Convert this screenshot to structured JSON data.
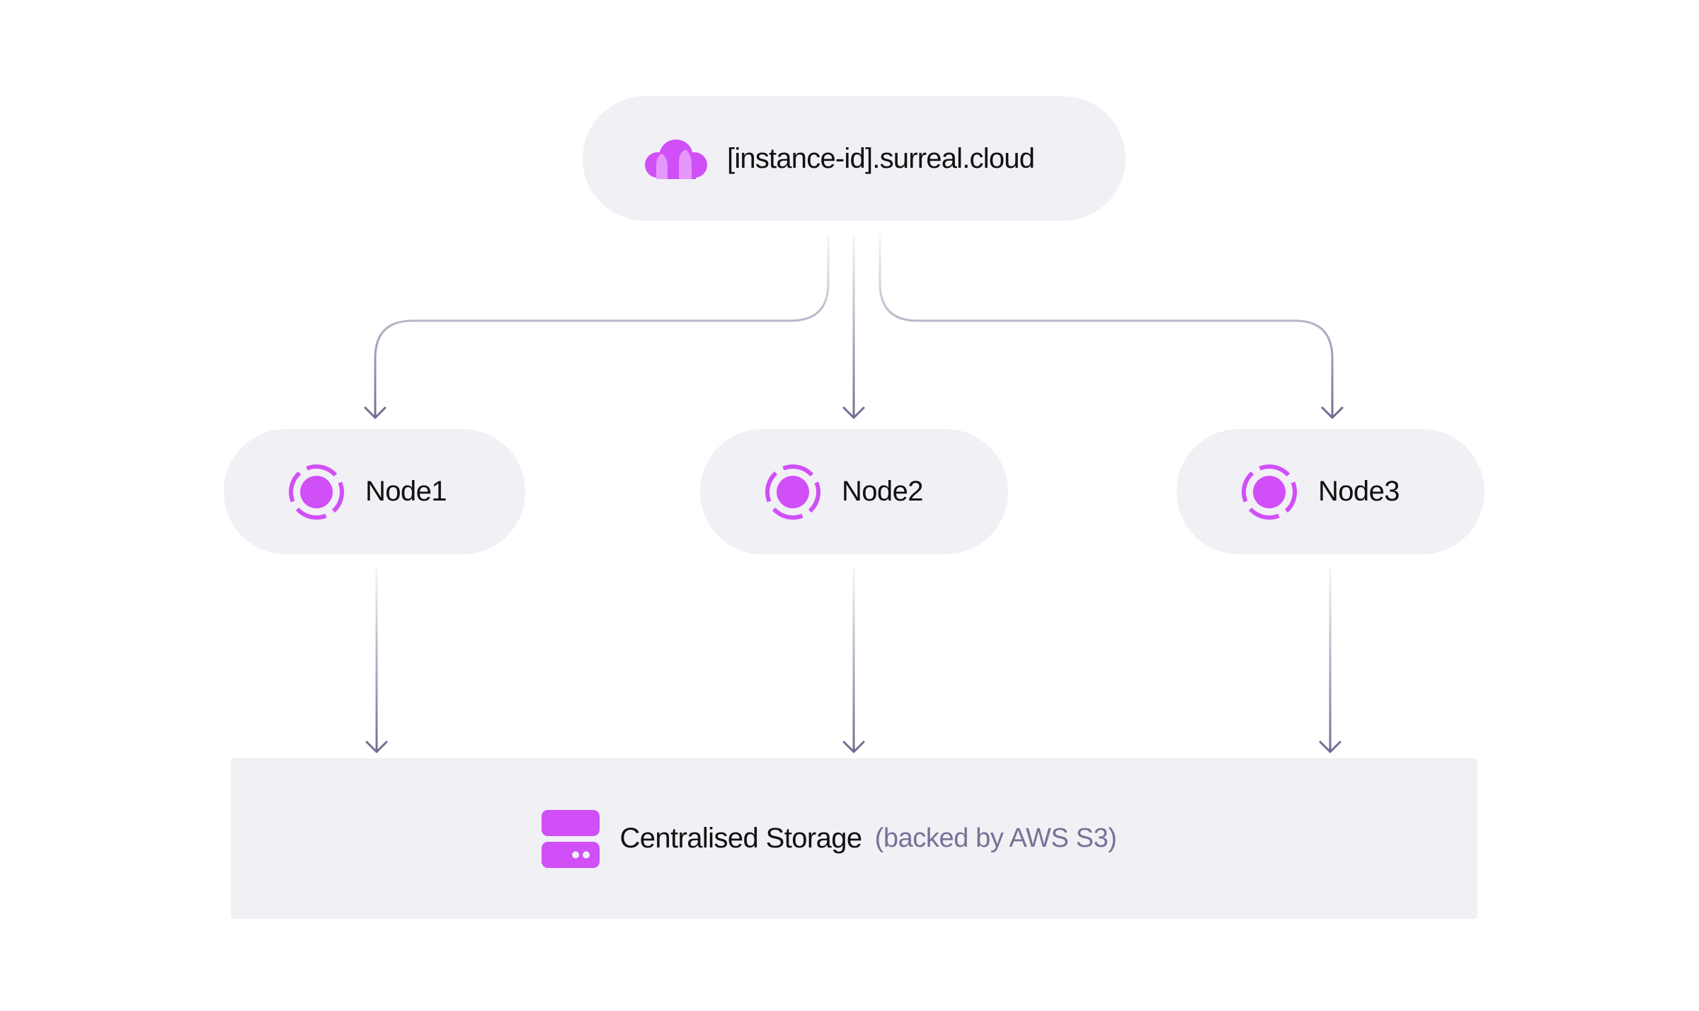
{
  "instance": {
    "label": "[instance-id].surreal.cloud",
    "icon": "cloud-icon"
  },
  "nodes": [
    {
      "label": "Node1",
      "icon": "node-icon"
    },
    {
      "label": "Node2",
      "icon": "node-icon"
    },
    {
      "label": "Node3",
      "icon": "node-icon"
    }
  ],
  "storage": {
    "label": "Centralised Storage",
    "note": "(backed by AWS S3)",
    "icon": "storage-icon"
  },
  "colors": {
    "accent": "#d04ff7",
    "accent_light": "#e9a3fb",
    "box_fill": "#f1f0f5",
    "connector": "#736d93",
    "text": "#111111",
    "muted_text": "#777295"
  }
}
